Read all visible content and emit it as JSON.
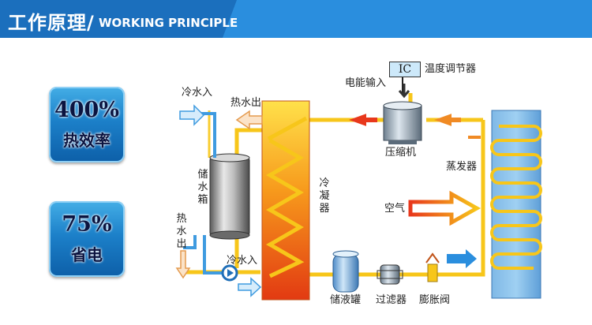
{
  "header": {
    "title": "工作原理/",
    "subtitle": "WORKING PRINCIPLE"
  },
  "badges": [
    {
      "big": "400%",
      "small": "热效率"
    },
    {
      "big": "75%",
      "small": "省电"
    }
  ],
  "labels": {
    "cold_in_top": "冷水入",
    "hot_out_top": "热水出",
    "tank": "储水箱",
    "hot_out_left": "热水出",
    "cold_in_bottom": "冷水入",
    "condenser": "冷凝器",
    "ic": "IC",
    "thermostat": "温度调节器",
    "power_input": "电能输入",
    "compressor": "压缩机",
    "evaporator": "蒸发器",
    "air": "空气",
    "receiver": "储液罐",
    "filter": "过滤器",
    "expansion_valve": "膨胀阀"
  },
  "colors": {
    "header_bg": "#2a8ede",
    "pipe": "#f7c61a",
    "refrigerant_arrow": "#e8381c",
    "water_arrow": "#2a8ede"
  }
}
